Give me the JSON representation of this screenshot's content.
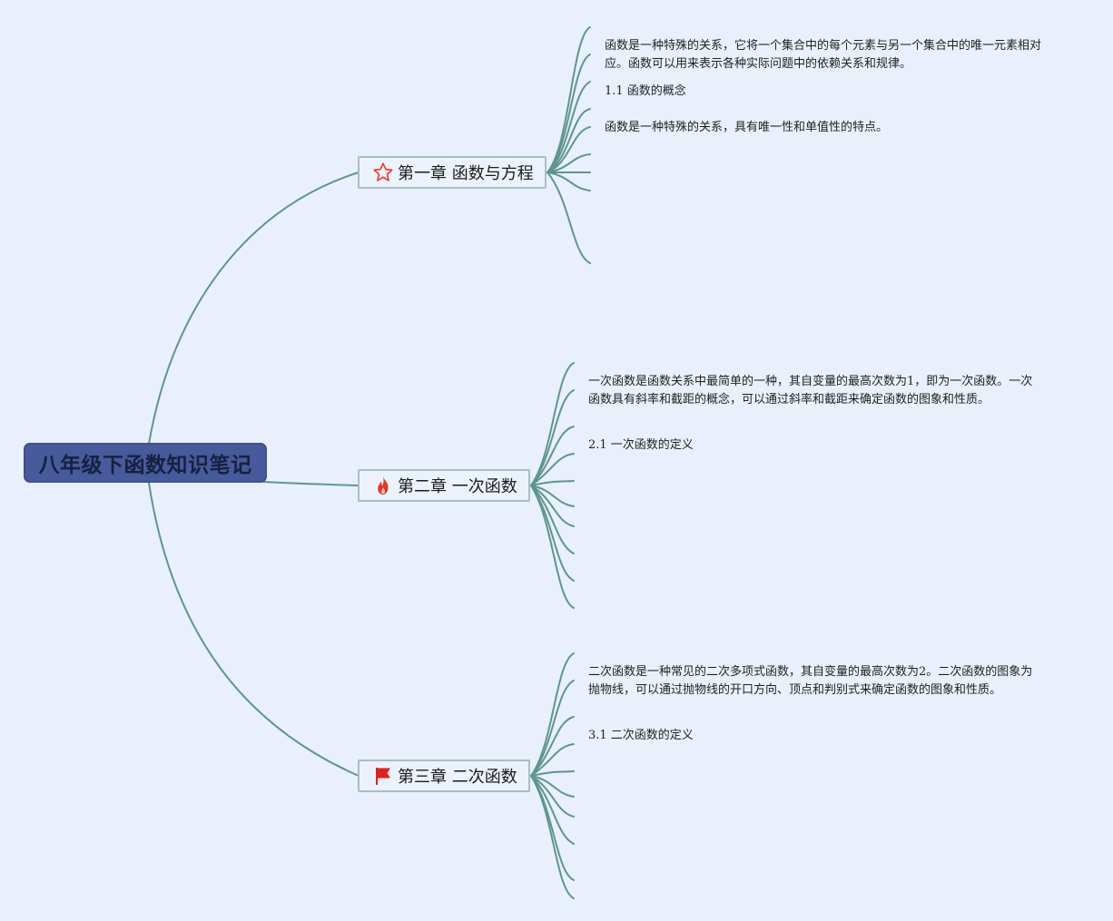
{
  "root": {
    "title": "八年级下函数知识笔记"
  },
  "chapters": [
    {
      "title": "第一章 函数与方程",
      "icon": "star-outline-icon",
      "icon_color": "#e83a2f",
      "notes": [
        "函数是一种特殊的关系，它将一个集合中的每个元素与另一个集合中的唯一元素相对应。函数可以用来表示各种实际问题中的依赖关系和规律。",
        "1.1 函数的概念",
        "函数是一种特殊的关系，具有唯一性和单值性的特点。"
      ]
    },
    {
      "title": "第二章 一次函数",
      "icon": "fire-icon",
      "icon_color": "#e8341f",
      "notes": [
        "一次函数是函数关系中最简单的一种，其自变量的最高次数为1，即为一次函数。一次函数具有斜率和截距的概念，可以通过斜率和截距来确定函数的图象和性质。",
        "2.1 一次函数的定义"
      ]
    },
    {
      "title": "第三章 二次函数",
      "icon": "flag-icon",
      "icon_color": "#e21f1f",
      "notes": [
        "二次函数是一种常见的二次多项式函数，其自变量的最高次数为2。二次函数的图象为抛物线，可以通过抛物线的开口方向、顶点和判别式来确定函数的图象和性质。",
        "3.1 二次函数的定义"
      ]
    }
  ],
  "colors": {
    "background": "#e9f0fb",
    "connector": "#5e958c",
    "root_fill": "#475a9b",
    "chapter_border": "#a7bfc4"
  }
}
